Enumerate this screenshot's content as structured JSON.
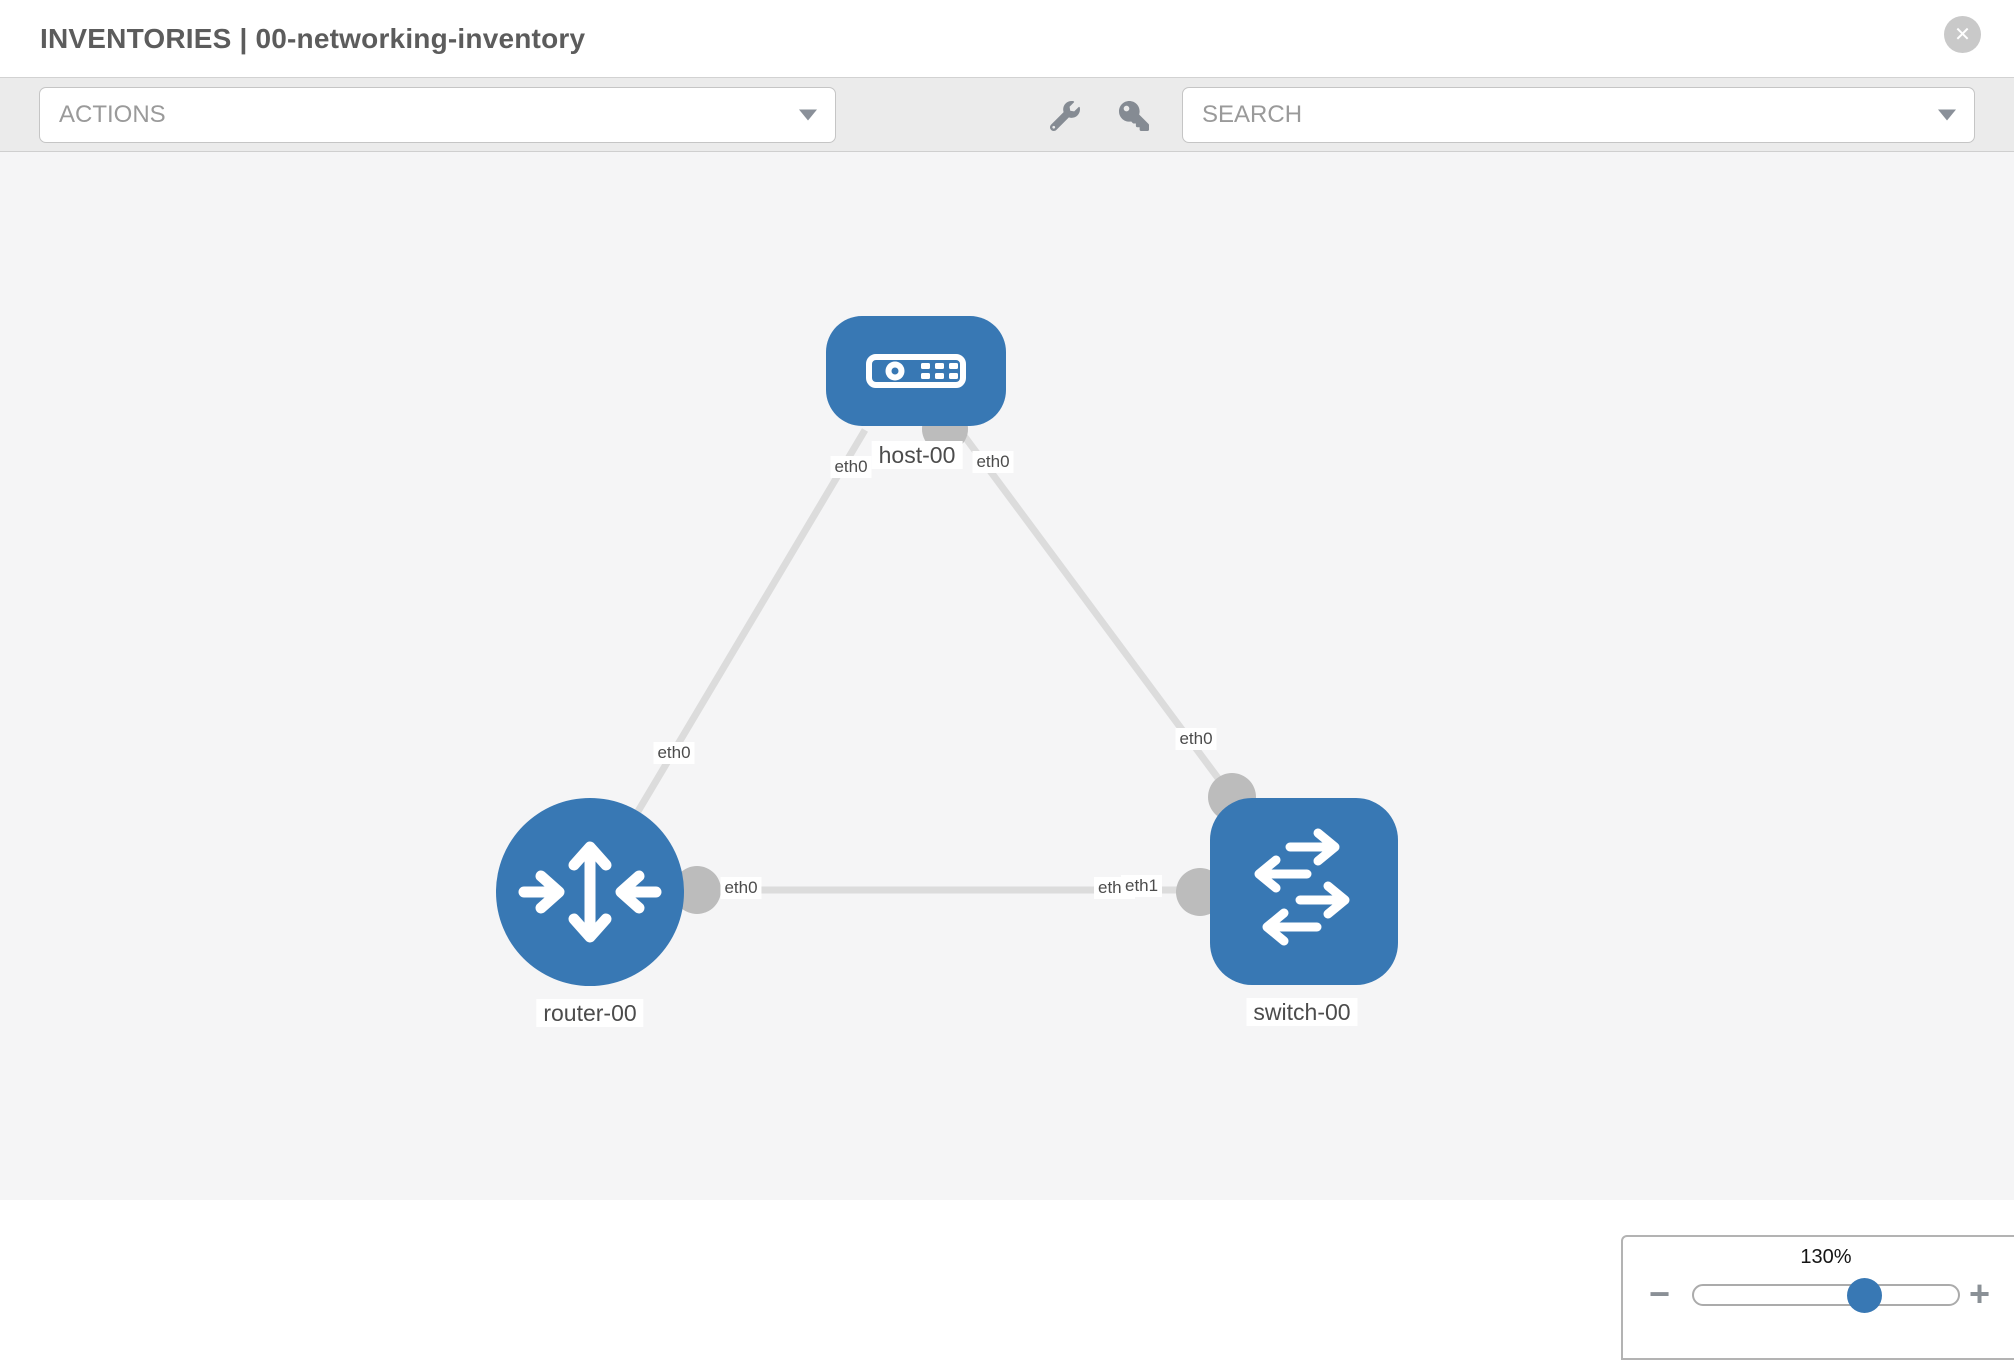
{
  "header": {
    "title": "INVENTORIES | 00-networking-inventory",
    "close_glyph": "✕"
  },
  "toolbar": {
    "actions_label": "ACTIONS",
    "search_placeholder": "SEARCH"
  },
  "topology": {
    "nodes": [
      {
        "label": "host-00",
        "type": "host"
      },
      {
        "label": "router-00",
        "type": "router"
      },
      {
        "label": "switch-00",
        "type": "switch"
      }
    ],
    "links": [
      {
        "source": "host-00",
        "target": "router-00",
        "source_interface": "eth0",
        "target_interface": "eth0"
      },
      {
        "source": "host-00",
        "target": "switch-00",
        "source_interface": "eth0",
        "target_interface": "eth0"
      },
      {
        "source": "router-00",
        "target": "switch-00",
        "source_interface": "eth0",
        "target_interface": "eth1",
        "target_interface_overlapped": "eth0"
      }
    ]
  },
  "zoom_control": {
    "level": "130%",
    "zoom_out_glyph": "−",
    "zoom_in_glyph": "+"
  },
  "icons": {
    "close": "times-circle",
    "actions_caret": "chevron-down",
    "search_caret": "chevron-down",
    "tools": "wrench",
    "credentials": "key"
  },
  "colors": {
    "node_blue": "#3878b4",
    "link_gray": "#dcdcdc",
    "port_gray": "#bcbcbc",
    "toolbar_bg": "#ebebeb",
    "canvas_bg": "#f5f5f6",
    "icon_gray": "#858b93",
    "slider_thumb_blue": "#3878b4"
  }
}
